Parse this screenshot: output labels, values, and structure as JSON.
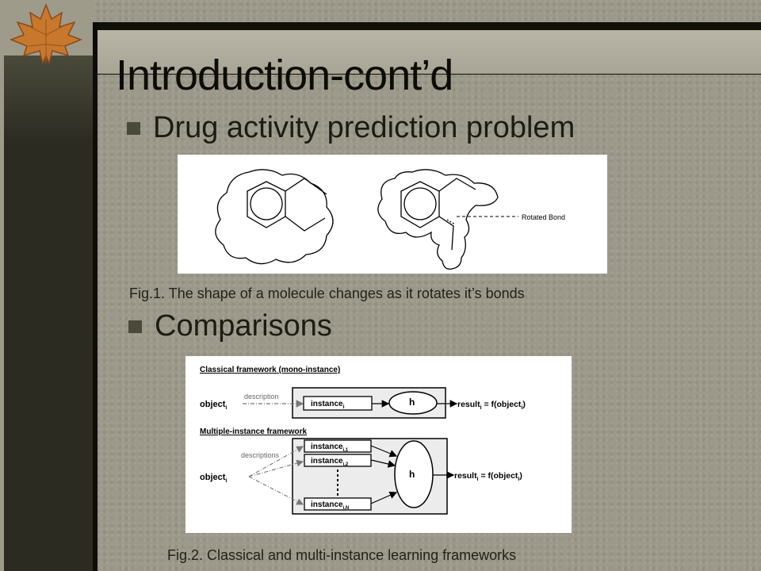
{
  "slide": {
    "title": "Introduction-cont’d",
    "bullets": [
      {
        "text": "Drug activity prediction problem"
      },
      {
        "text": "Comparisons"
      }
    ],
    "figure1": {
      "label": "Rotated Bond",
      "caption": "Fig.1.  The shape of a molecule changes as it rotates it’s bonds"
    },
    "figure2": {
      "classical_title": "Classical framework (mono-instance)",
      "multi_title": "Multiple-instance framework",
      "object": "object",
      "object_sub": "i",
      "description": "description",
      "descriptions": "descriptions",
      "instance": "instance",
      "instance_sub": "i",
      "instance_subs": [
        "i,1",
        "i,2",
        "i,N"
      ],
      "h": "h",
      "result": "result",
      "result_sub": "i",
      "result_eq": " = f(object",
      "result_eq_sub": "i",
      "result_close": ")",
      "caption": "Fig.2. Classical and multi-instance learning frameworks"
    }
  },
  "colors": {
    "title": "#0d0d08",
    "bullet_mark": "#4a4a3a",
    "background": "#9c998a"
  },
  "icons": [
    "maple-leaf-icon"
  ]
}
